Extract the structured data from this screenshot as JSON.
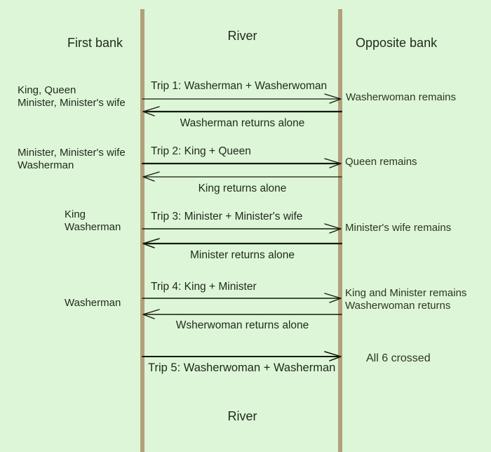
{
  "diagram": {
    "left_header": "First bank",
    "center_header_top": "River",
    "center_header_bottom": "River",
    "right_header": "Opposite bank"
  },
  "trips": [
    {
      "trip_label": "Trip 1: Washerman + Washerwoman",
      "return_label": "Washerman returns alone",
      "left_bank": [
        "King, Queen",
        "Minister, Minister's wife"
      ],
      "right_bank": [
        "Washerwoman remains"
      ]
    },
    {
      "trip_label": "Trip 2: King + Queen",
      "return_label": "King returns alone",
      "left_bank": [
        "Minister, Minister's wife",
        "Washerman"
      ],
      "right_bank": [
        "Queen remains"
      ]
    },
    {
      "trip_label": "Trip 3: Minister + Minister's wife",
      "return_label": "Minister returns alone",
      "left_bank": [
        "King",
        "Washerman"
      ],
      "right_bank": [
        "Minister's wife remains"
      ]
    },
    {
      "trip_label": "Trip 4: King + Minister",
      "return_label": "Wsherwoman returns alone",
      "left_bank": [
        "Washerman"
      ],
      "right_bank": [
        "King and Minister remains",
        "Washerwoman returns"
      ]
    },
    {
      "trip_label": "Trip 5: Washerwoman + Washerman",
      "right_bank": [
        "All 6 crossed"
      ]
    }
  ],
  "colors": {
    "background": "#ddf6d7",
    "bank_line": "#b3a07b",
    "text": "#1f2a1c",
    "arrow": "#14190f"
  }
}
